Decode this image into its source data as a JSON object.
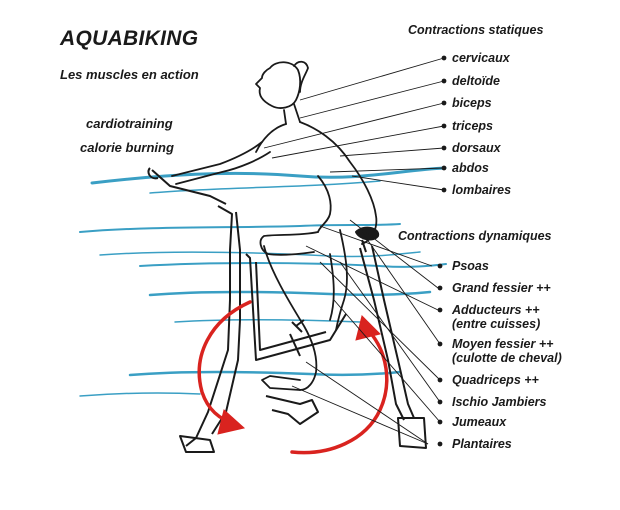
{
  "title": "AQUABIKING",
  "subtitle": "Les muscles en action",
  "notes": [
    "cardiotraining",
    "calorie burning"
  ],
  "static_header": "Contractions statiques",
  "static_muscles": [
    "cervicaux",
    "deltoïde",
    "biceps",
    "triceps",
    "dorsaux",
    "abdos",
    "lombaires"
  ],
  "dynamic_header": "Contractions dynamiques",
  "dynamic_muscles": [
    {
      "name": "Psoas",
      "sub": ""
    },
    {
      "name": "Grand fessier ++",
      "sub": ""
    },
    {
      "name": "Adducteurs ++",
      "sub": "(entre cuisses)"
    },
    {
      "name": "Moyen fessier ++",
      "sub": "(culotte de cheval)"
    },
    {
      "name": "Quadriceps ++",
      "sub": ""
    },
    {
      "name": "Ischio Jambiers",
      "sub": ""
    },
    {
      "name": "Jumeaux",
      "sub": ""
    },
    {
      "name": "Plantaires",
      "sub": ""
    }
  ],
  "colors": {
    "water": "#3a9fc4",
    "arrow": "#d9231f",
    "ink": "#1a1a1a"
  }
}
